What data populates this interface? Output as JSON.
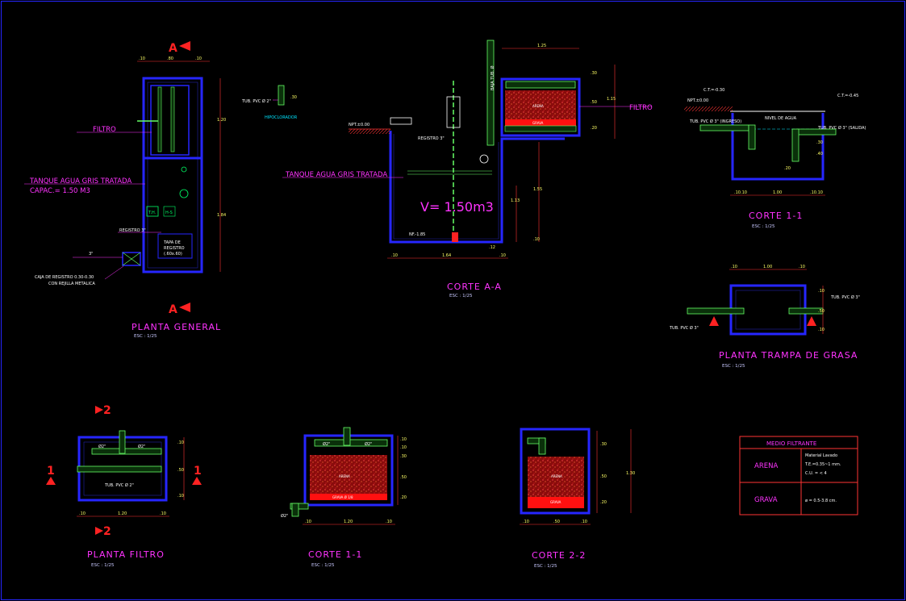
{
  "colors": {
    "background": "#000000",
    "title_magenta": "#ff33ff",
    "wall_blue": "#2626ff",
    "dimension_red": "#ff3333",
    "dimension_text_yellow": "#ffff66",
    "pipe_green": "#66ff66",
    "sand_red": "#b01010"
  },
  "planta_general": {
    "title": "PLANTA GENERAL",
    "scale": "ESC : 1/25",
    "section_mark": "A",
    "labels": {
      "filtro": "FILTRO",
      "tanque_line1": "TANQUE AGUA GRIS TRATADA",
      "tanque_line2": "CAPAC.= 1.50 M3",
      "registro": "REGISTRO 3\"",
      "tapa_line1": "TAPA DE",
      "tapa_line2": "REGISTRO",
      "tapa_line3": "(.60x.60)",
      "caja_line1": "CAJA DE REGISTRO 0.30-0.30",
      "caja_line2": "CON REJILLA METALICA",
      "pipe_size": "3\"",
      "th": "T.H.",
      "hs": "H-S"
    },
    "dims": [
      ".10",
      ".80",
      ".10",
      "1.20",
      "1.84"
    ]
  },
  "hipoclorador": {
    "title": "HIPOCLORADOR",
    "pipe_label": "TUB. PVC Ø 2\"",
    "dim": ".30"
  },
  "corte_aa": {
    "title": "CORTE A-A",
    "scale": "ESC : 1/25",
    "tank_label": "TANQUE AGUA GRIS TRATADA",
    "volume": "V= 1.50m3",
    "npt": "NPT.±0.00",
    "nf": "NF.-1.85",
    "registro": "REGISTRO 3\"",
    "filtro": "FILTRO",
    "arena": "ARENA",
    "grava": "GRAVA",
    "pipe_vertical": "BAJA TUB. Ø",
    "dims": [
      "1.25",
      "1.15",
      ".30",
      ".50",
      ".20",
      "1.55",
      "1.13",
      ".10",
      ".10",
      "1.64",
      ".10",
      ".12",
      ".10",
      ".20"
    ]
  },
  "corte_11_top": {
    "title": "CORTE 1-1",
    "scale": "ESC : 1/25",
    "npt": "NPT.±0.00",
    "ct_left": "C.T.=-0.30",
    "ct_right": "C.T.=-0.45",
    "nivel": "NIVEL DE AGUA",
    "pipe_in": "TUB. PVC Ø 3\" (INGRESO)",
    "pipe_out": "TUB. PVC Ø 3\" (SALIDA)",
    "dims": [
      ".10",
      ".10",
      "1.00",
      ".10",
      ".10",
      ".30",
      ".40",
      ".20"
    ]
  },
  "planta_trampa": {
    "title": "PLANTA TRAMPA DE GRASA",
    "scale": "ESC : 1/25",
    "pipe_left": "TUB. PVC Ø 3\"",
    "pipe_right": "TUB. PVC Ø 3\"",
    "dims": [
      ".10",
      "1.00",
      ".10",
      ".10",
      ".50",
      ".10"
    ]
  },
  "planta_filtro": {
    "title": "PLANTA FILTRO",
    "scale": "ESC : 1/25",
    "mark_top": "2",
    "mark_bottom": "2",
    "mark_side": "1",
    "pipe_label": "TUB. PVC Ø 2\"",
    "pipe_a": "Ø2\"",
    "pipe_b": "Ø2\"",
    "dims": [
      ".10",
      "1.20",
      ".10",
      ".10",
      ".50",
      ".10"
    ]
  },
  "corte_11_bottom": {
    "title": "CORTE 1-1",
    "scale": "ESC : 1/25",
    "arena": "ARENA",
    "grava": "GRAVA Ø 1/8",
    "pipe_a": "Ø2\"",
    "pipe_b": "Ø2\"",
    "pipe_c": "Ø2\"",
    "dims": [
      ".10",
      ".10",
      ".30",
      ".50",
      ".20",
      ".10",
      "1.20",
      ".10"
    ]
  },
  "corte_22": {
    "title": "CORTE 2-2",
    "scale": "ESC : 1/25",
    "arena": "ARENA",
    "grava": "GRAVA",
    "dims": [
      ".30",
      ".50",
      ".20",
      "1.30",
      ".10",
      ".50",
      ".10"
    ]
  },
  "medio_filtrante": {
    "header": "MEDIO FILTRANTE",
    "rows": [
      {
        "name": "ARENA",
        "line1": "Material Lavado",
        "line2": "T.E.=0.35~1 mm.",
        "line3": "C.U. = < 4"
      },
      {
        "name": "GRAVA",
        "line1": "ø = 0.5-3.8 cm.",
        "line2": "",
        "line3": ""
      }
    ]
  }
}
